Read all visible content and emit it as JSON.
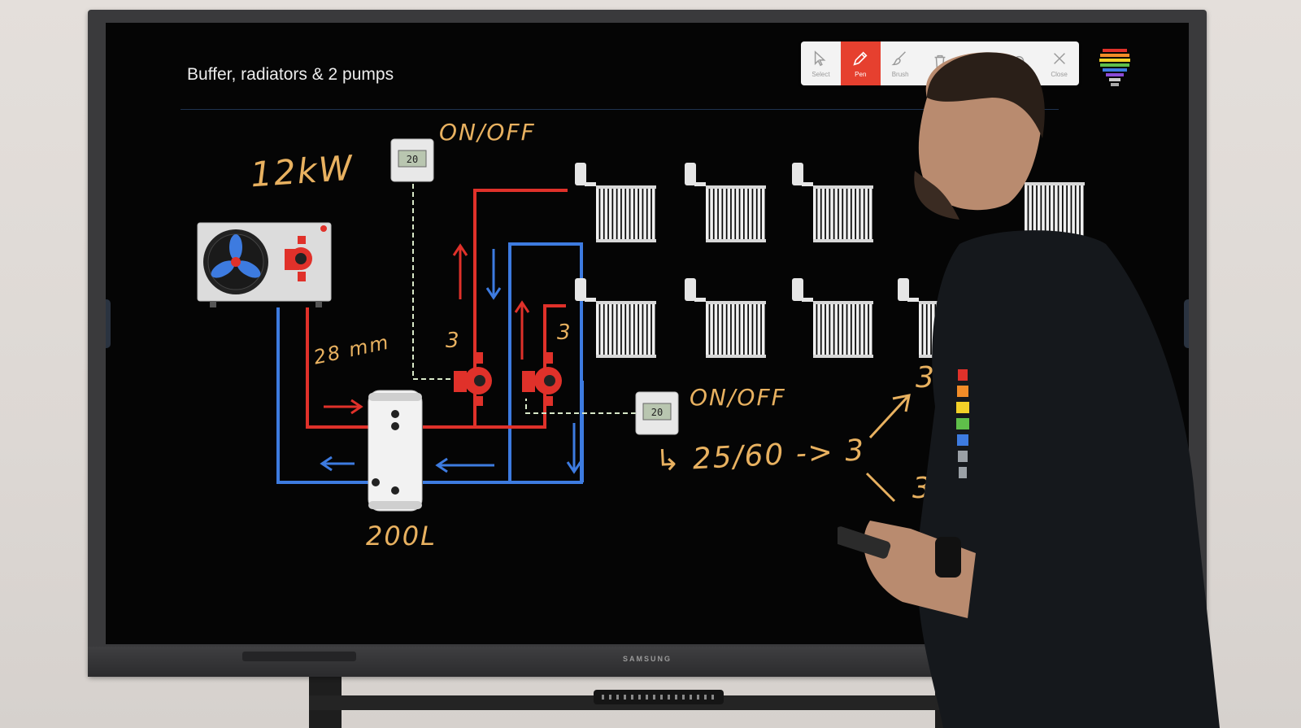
{
  "slide": {
    "title": "Buffer, radiators & 2 pumps"
  },
  "toolbar": {
    "items": [
      {
        "label": "Select",
        "icon": "cursor-icon",
        "active": false
      },
      {
        "label": "Pen",
        "icon": "pen-icon",
        "active": true
      },
      {
        "label": "Brush",
        "icon": "brush-icon",
        "active": false
      },
      {
        "label": "",
        "icon": "trash-icon",
        "active": false
      },
      {
        "label": "",
        "icon": "undo-icon",
        "active": false
      },
      {
        "label": "",
        "icon": "zoom-icon",
        "active": false
      },
      {
        "label": "Close",
        "icon": "close-icon",
        "active": false
      }
    ]
  },
  "diagram": {
    "heat_pump_power": "12kW",
    "thermostat_top_label": "ON/OFF",
    "thermostat_bottom_label": "ON/OFF",
    "thermostat_display": "20",
    "pipe_size": "28 mm",
    "pump_left_speed": "3",
    "pump_right_speed": "3",
    "buffer_volume": "200L",
    "pump_curve_note": "↳ 25/60 -> 3",
    "branch_up": "3",
    "branch_down": "3"
  },
  "tv": {
    "brand": "SAMSUNG"
  },
  "colors": {
    "supply": "#e0312a",
    "return": "#3d7be0",
    "ink": "#e8b160",
    "screen": "#050505",
    "toolbar_active": "#e6402f"
  }
}
